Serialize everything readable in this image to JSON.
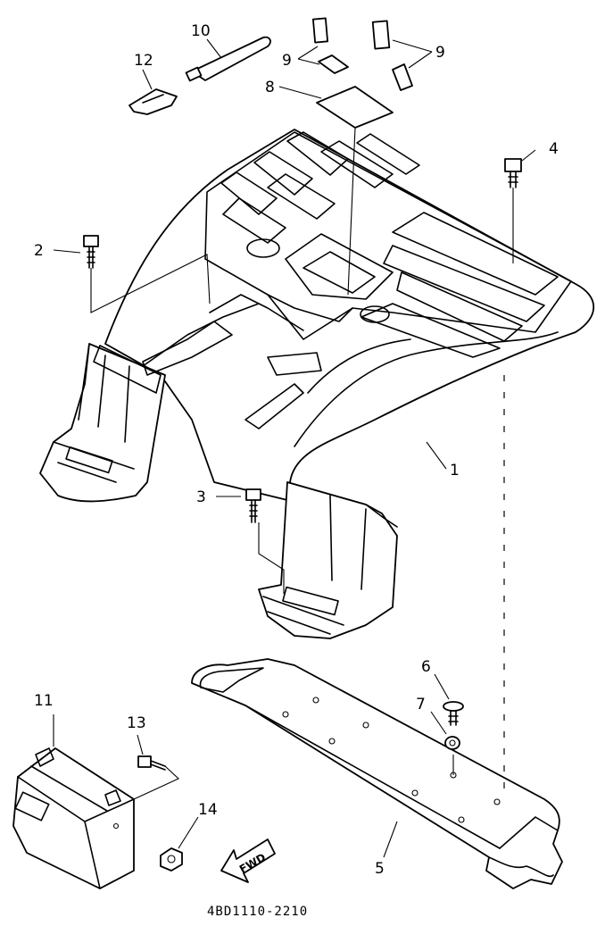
{
  "diagram": {
    "drawing_code": "4BD1110-2210",
    "fwd_label": "FWD",
    "callouts": [
      {
        "id": "1",
        "label": "1"
      },
      {
        "id": "2",
        "label": "2"
      },
      {
        "id": "3",
        "label": "3"
      },
      {
        "id": "4",
        "label": "4"
      },
      {
        "id": "5",
        "label": "5"
      },
      {
        "id": "6",
        "label": "6"
      },
      {
        "id": "7",
        "label": "7"
      },
      {
        "id": "8",
        "label": "8"
      },
      {
        "id": "9a",
        "label": "9"
      },
      {
        "id": "9b",
        "label": "9"
      },
      {
        "id": "10",
        "label": "10"
      },
      {
        "id": "11",
        "label": "11"
      },
      {
        "id": "12",
        "label": "12"
      },
      {
        "id": "13",
        "label": "13"
      },
      {
        "id": "14",
        "label": "14"
      }
    ]
  }
}
